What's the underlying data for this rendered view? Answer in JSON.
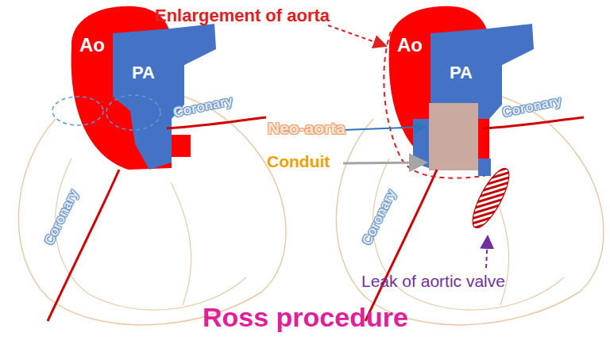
{
  "diagram": {
    "title": "Ross procedure",
    "labels": [
      "Enlargement of aorta",
      "Ao",
      "PA",
      "Coronary",
      "Coronary",
      "Ao",
      "PA",
      "Coronary",
      "Coronary",
      "Neo-aorta",
      "Conduit",
      "Leak of aortic valve"
    ]
  }
}
